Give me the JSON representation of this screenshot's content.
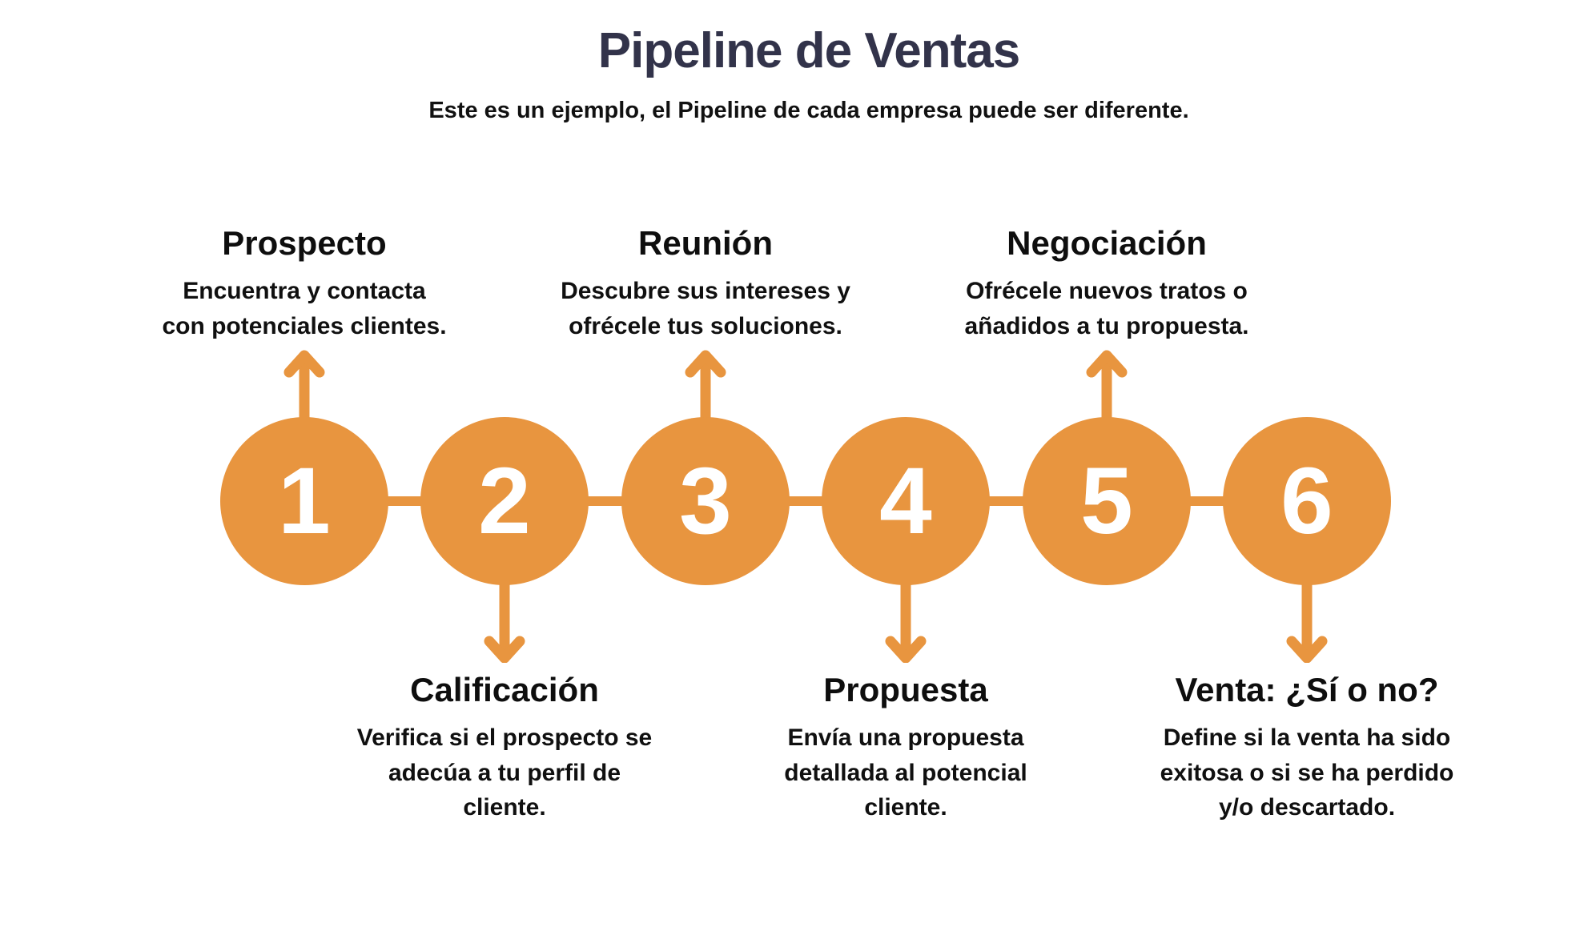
{
  "title": "Pipeline de Ventas",
  "subtitle": "Este es un ejemplo, el Pipeline de cada empresa puede ser diferente.",
  "colors": {
    "orange": "#E8953F",
    "title_color": "#32334A",
    "text_color": "#111111",
    "number_color": "#FFFFFF"
  },
  "steps": [
    {
      "number": "1",
      "label": "Prospecto",
      "description": "Encuentra y contacta\ncon potenciales clientes.",
      "position": "top"
    },
    {
      "number": "2",
      "label": "Calificación",
      "description": "Verifica si el prospecto se\nadecúa a tu perfil de\ncliente.",
      "position": "bottom"
    },
    {
      "number": "3",
      "label": "Reunión",
      "description": "Descubre sus intereses y\nofrécele tus soluciones.",
      "position": "top"
    },
    {
      "number": "4",
      "label": "Propuesta",
      "description": "Envía una propuesta\ndetallada al potencial\ncliente.",
      "position": "bottom"
    },
    {
      "number": "5",
      "label": "Negociación",
      "description": "Ofrécele nuevos tratos o\nañadidos a tu propuesta.",
      "position": "top"
    },
    {
      "number": "6",
      "label": "Venta: ¿Sí o no?",
      "description": "Define si la venta ha sido\nexitosa o si se ha perdido\ny/o descartado.",
      "position": "bottom"
    }
  ]
}
